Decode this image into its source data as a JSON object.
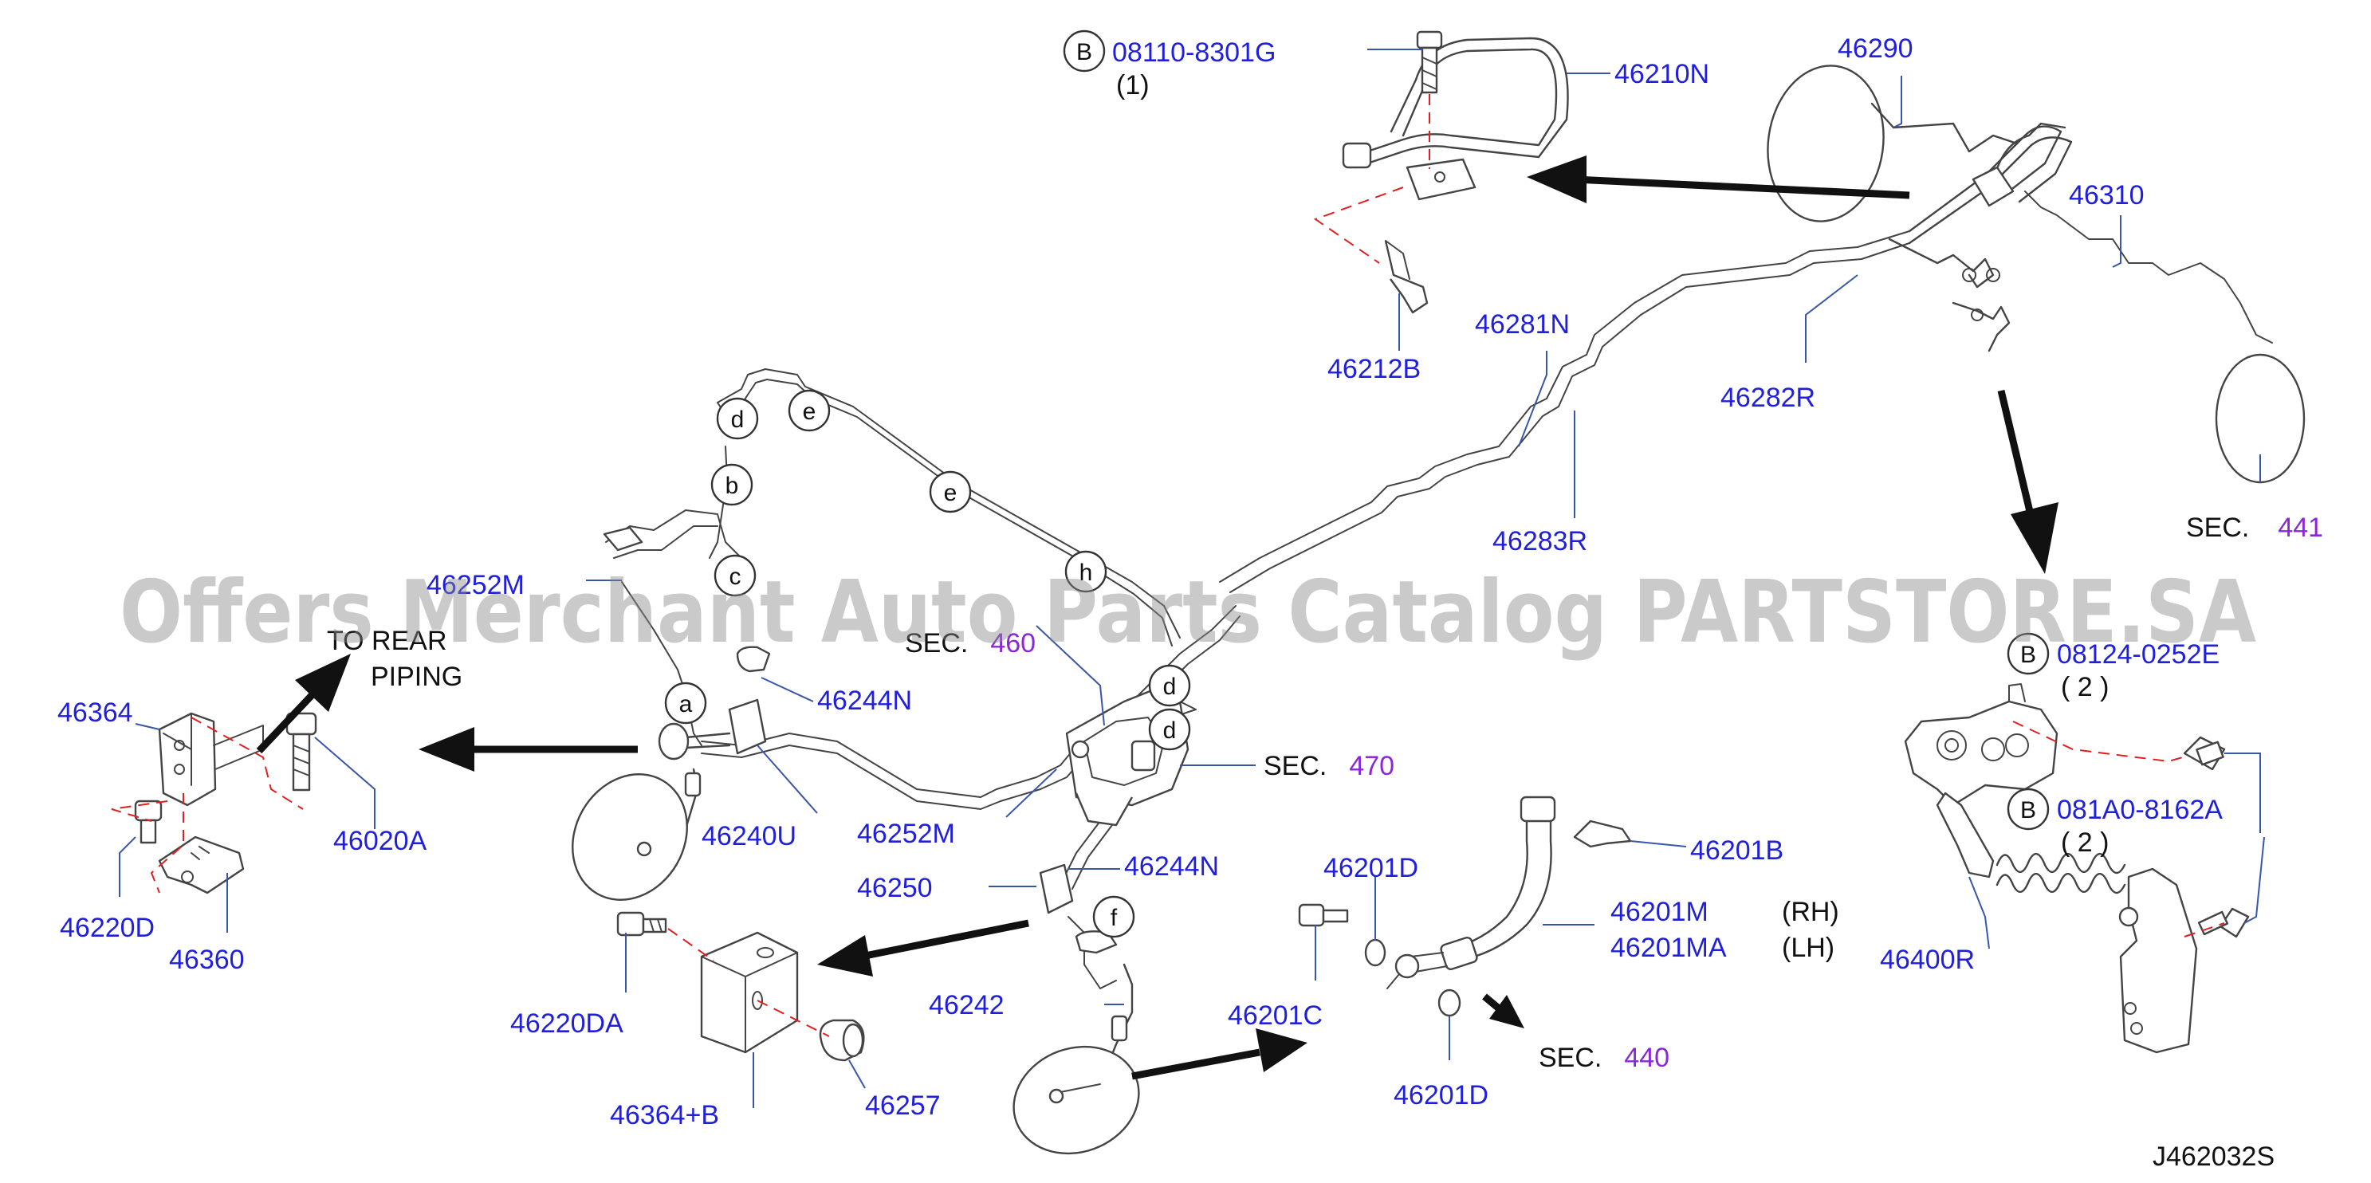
{
  "labels": {
    "b_code_1": "08110-8301G",
    "b_qty_1": "(1)",
    "p46210N": "46210N",
    "p46290": "46290",
    "p46310": "46310",
    "p46212B": "46212B",
    "p46281N": "46281N",
    "p46282R": "46282R",
    "p46283R": "46283R",
    "p46252M_top": "46252M",
    "p46244N_top": "46244N",
    "p46240U": "46240U",
    "p46252M_mid": "46252M",
    "p46244N_mid": "46244N",
    "p46250": "46250",
    "p46242": "46242",
    "p46364": "46364",
    "p46020A": "46020A",
    "p46220D": "46220D",
    "p46360": "46360",
    "p46220DA": "46220DA",
    "p46364B": "46364+B",
    "p46257": "46257",
    "p46201D_top": "46201D",
    "p46201B": "46201B",
    "p46201M": "46201M",
    "p46201M_side": "(RH)",
    "p46201MA": "46201MA",
    "p46201MA_side": "(LH)",
    "p46201C": "46201C",
    "p46201D_bot": "46201D",
    "b_code_2": "08124-0252E",
    "b_qty_2": "( 2 )",
    "b_code_3": "081A0-8162A",
    "b_qty_3": "( 2 )",
    "p46400R": "46400R"
  },
  "callouts": {
    "b_marker": "B",
    "to_rear_1": "TO REAR",
    "to_rear_2": "PIPING",
    "sec": "SEC.",
    "sec_441": "441",
    "sec_460": "460",
    "sec_470": "470",
    "sec_440": "440"
  },
  "circle_letters": {
    "d1": "d",
    "e1": "e",
    "b": "b",
    "e2": "e",
    "c": "c",
    "h": "h",
    "a": "a",
    "d2": "d",
    "d3": "d",
    "f": "f"
  },
  "watermark": "Offers Merchant Auto Parts Catalog PARTSTORE.SA",
  "figure_code": "J462032S",
  "colors": {
    "part_number": "#1f1fdc",
    "section_number": "#8a28d8",
    "leader_line": "#3a56a8",
    "centerline": "#e02020"
  }
}
